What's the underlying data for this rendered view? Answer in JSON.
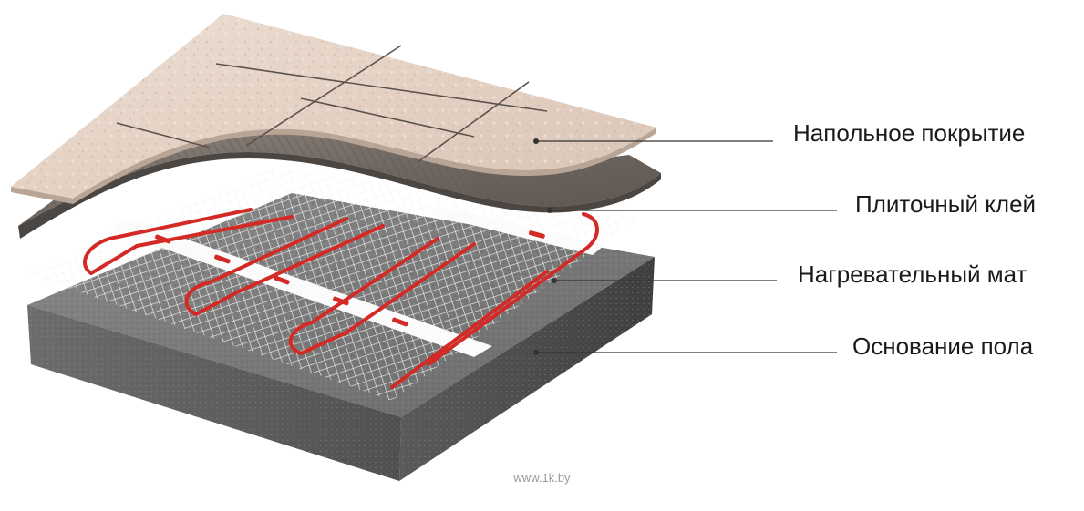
{
  "labels": {
    "floor_covering": "Напольное покрытие",
    "tile_adhesive": "Плиточный клей",
    "heating_mat": "Нагревательный мат",
    "floor_base": "Основание пола"
  },
  "watermark": "www.1k.by",
  "colors": {
    "tile": "#e7d6c9",
    "tile_grout": "#5b524d",
    "adhesive": "#7a716b",
    "concrete": "#737373",
    "cable": "#d42a26",
    "mesh": "#f2f2f2",
    "leader_line": "#333333"
  }
}
